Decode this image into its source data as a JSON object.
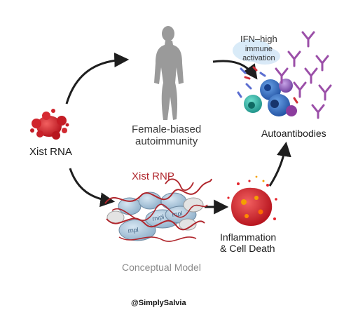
{
  "labels": {
    "xist_rna": "Xist RNA",
    "female_line1": "Female-biased",
    "female_line2": "autoimmunity",
    "xist_rnp": "Xist RNP",
    "ifn_line1": "IFN–high",
    "ifn_line2": "immune",
    "ifn_line3": "activation",
    "autoantibodies": "Autoantibodies",
    "inflammation_line1": "Inflammation",
    "inflammation_line2": "& Cell Death",
    "conceptual_model": "Conceptual Model",
    "credit": "@SimplySalvia"
  },
  "protein_labels": [
    "rnpl",
    "rnipl",
    "rnpl"
  ],
  "colors": {
    "xist_red": "#c8202a",
    "silhouette": "#9a9a9a",
    "rnp_strand": "#b0262c",
    "protein_blue": "#a9c6dc",
    "antibody_purple": "#9b4fa8",
    "arrow": "#1e1e1e"
  }
}
